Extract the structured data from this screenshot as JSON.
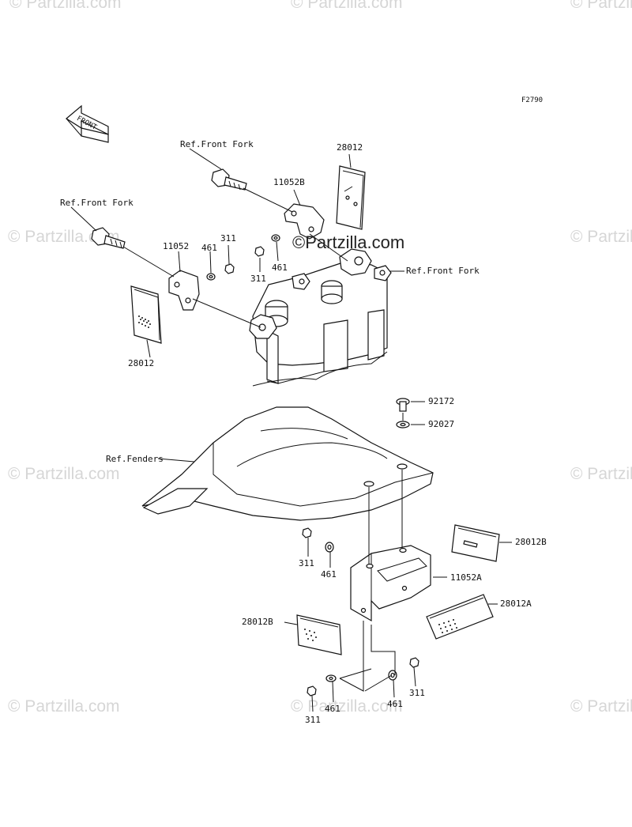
{
  "figure_code": "F2790",
  "brand": "Partzilla.com",
  "watermark": "© Partzilla.com",
  "direction_arrow": "FRONT",
  "labels": {
    "ref_fork_1": "Ref.Front Fork",
    "ref_fork_2": "Ref.Front Fork",
    "ref_fork_3": "Ref.Front Fork",
    "ref_fenders": "Ref.Fenders",
    "p28012_top": "28012",
    "p28012_left": "28012",
    "p11052b": "11052B",
    "p11052": "11052",
    "p461_a": "461",
    "p311_a": "311",
    "p311_b": "311",
    "p461_b": "461",
    "p92172": "92172",
    "p92027": "92027",
    "p28012b_right": "28012B",
    "p11052a": "11052A",
    "p28012a": "28012A",
    "p28012b_left": "28012B",
    "p311_c": "311",
    "p461_c": "461",
    "p311_d": "311",
    "p461_d": "461",
    "p461_e": "461",
    "p311_e": "311"
  }
}
